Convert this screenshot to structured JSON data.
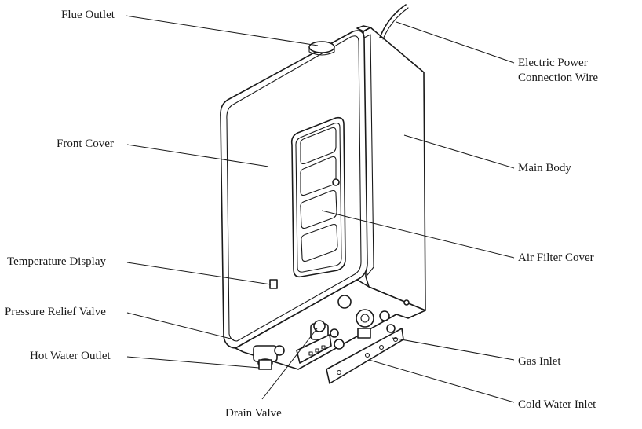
{
  "labels": {
    "flue_outlet": "Flue Outlet",
    "front_cover": "Front Cover",
    "temperature_display": "Temperature Display",
    "pressure_relief_valve": "Pressure Relief Valve",
    "hot_water_outlet": "Hot Water Outlet",
    "drain_valve": "Drain Valve",
    "electric_power_line1": "Electric Power",
    "electric_power_line2": "Connection Wire",
    "main_body": "Main Body",
    "air_filter_cover": "Air Filter Cover",
    "gas_inlet": "Gas Inlet",
    "cold_water_inlet": "Cold Water Inlet"
  },
  "colors": {
    "ink": "#1a1a1a",
    "background": "#ffffff"
  }
}
